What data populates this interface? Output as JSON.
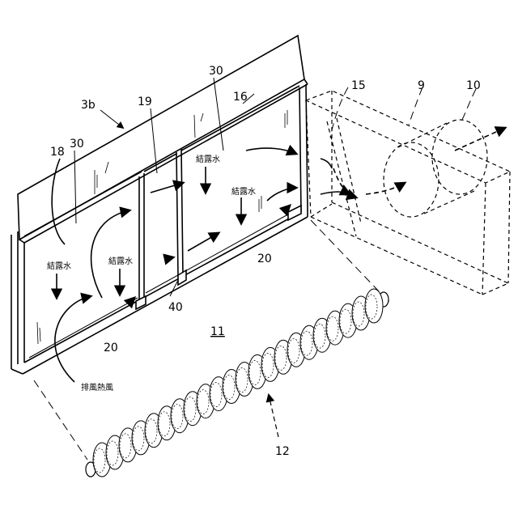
{
  "figure": {
    "labels": {
      "plate": "3b",
      "wall_right": "30",
      "wall_left": "30",
      "partition": "19",
      "edge": "16",
      "guide": "15",
      "duct": "9",
      "fan": "10",
      "inner_panel": "18",
      "trough_bottom": "20",
      "trough_right": "20",
      "rib": "40",
      "assembly": "11",
      "roller": "12"
    },
    "annotations": {
      "condensate": "結露水",
      "exhaust_hot_air": "排風熱風"
    }
  }
}
